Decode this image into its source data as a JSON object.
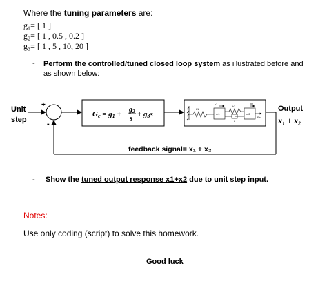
{
  "intro": {
    "prefix": "Where the ",
    "bold": "tuning parameters",
    "suffix": " are:"
  },
  "gains": [
    "g₁= [ 1 ]",
    "g₂= [ 1 , 0.5 , 0.2 ]",
    "g₃= [ 1 , 5 , 10, 20 ]"
  ],
  "bullet1": {
    "dash": "-",
    "bold_pre": "Perform the ",
    "bold_underlined": "controlled/tuned",
    "bold_post": " closed loop system",
    "rest": " as illustrated before and as shown below:"
  },
  "diagram": {
    "input_label_1": "Unit",
    "input_label_2": "step",
    "sum_plus": "+",
    "sum_minus": "-",
    "controller": "Gᴄ = g₁ + g₂/s + g₃s",
    "output_label": "Output",
    "output_expr": "x₁ + x₂",
    "feedback_label": "feedback signal= x₁ + x₂",
    "plant_labels": {
      "k1": "k1",
      "k2": "k2",
      "m1": "m1",
      "m2": "m2",
      "x1": "x1",
      "x2": "x2",
      "fin": "Fin",
      "b": "b"
    }
  },
  "bullet2": {
    "dash": "-",
    "pre": "Show the ",
    "underlined": "tuned output response x1+x2",
    "post": " due to unit step input."
  },
  "notes_title": "Notes:",
  "note_text": "Use only coding (script) to solve this homework.",
  "closing": "Good luck"
}
